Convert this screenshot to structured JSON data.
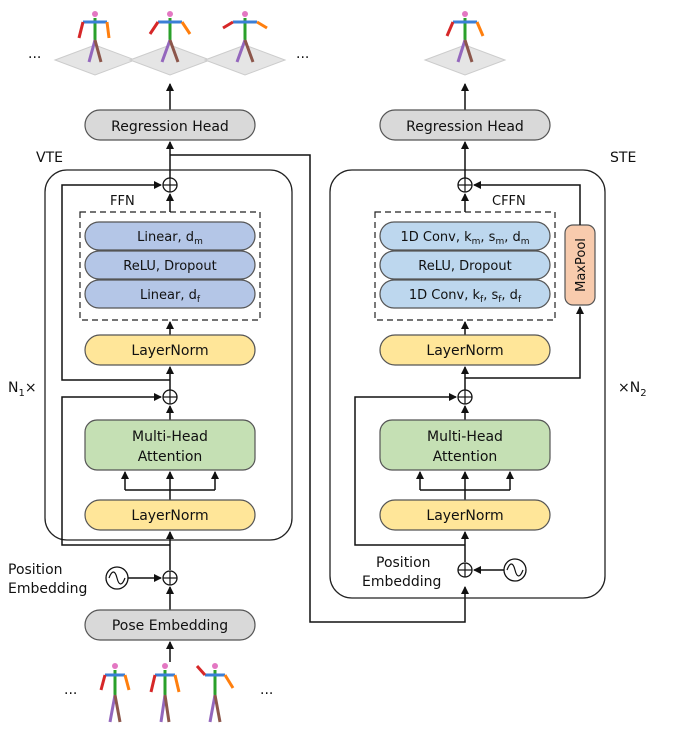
{
  "vte": {
    "label": "VTE",
    "repeat_main": "N",
    "repeat_sub": "1",
    "repeat_suffix": "×",
    "regression_head": "Regression Head",
    "ffn_label": "FFN",
    "linear1_main": "Linear, d",
    "linear1_sub": "m",
    "relu": "ReLU, Dropout",
    "linear2_main": "Linear, d",
    "linear2_sub": "f",
    "layernorm_top": "LayerNorm",
    "attention_line1": "Multi-Head",
    "attention_line2": "Attention",
    "layernorm_bottom": "LayerNorm",
    "position_line1": "Position",
    "position_line2": "Embedding",
    "pose_embedding": "Pose Embedding",
    "ellipsis": "..."
  },
  "ste": {
    "label": "STE",
    "repeat_prefix": "×",
    "repeat_main": "N",
    "repeat_sub": "2",
    "regression_head": "Regression Head",
    "cffn_label": "CFFN",
    "conv1_a": "1D Conv, k",
    "conv1_a_sub": "m",
    "conv1_b": ", s",
    "conv1_b_sub": "m",
    "conv1_c": ", d",
    "conv1_c_sub": "m",
    "relu": "ReLU, Dropout",
    "conv2_a": "1D Conv, k",
    "conv2_a_sub": "f",
    "conv2_b": ", s",
    "conv2_b_sub": "f",
    "conv2_c": ", d",
    "conv2_c_sub": "f",
    "maxpool": "MaxPool",
    "layernorm_top": "LayerNorm",
    "attention_line1": "Multi-Head",
    "attention_line2": "Attention",
    "layernorm_bottom": "LayerNorm",
    "position_line1": "Position",
    "position_line2": "Embedding"
  },
  "colors": {
    "gray_fill": "#d9d9d9",
    "blue_fill": "#b4c6e7",
    "light_blue_fill": "#bdd7ee",
    "yellow_fill": "#ffe699",
    "green_fill": "#c5e0b4",
    "orange_fill": "#f8cbad",
    "stroke": "#555555"
  }
}
